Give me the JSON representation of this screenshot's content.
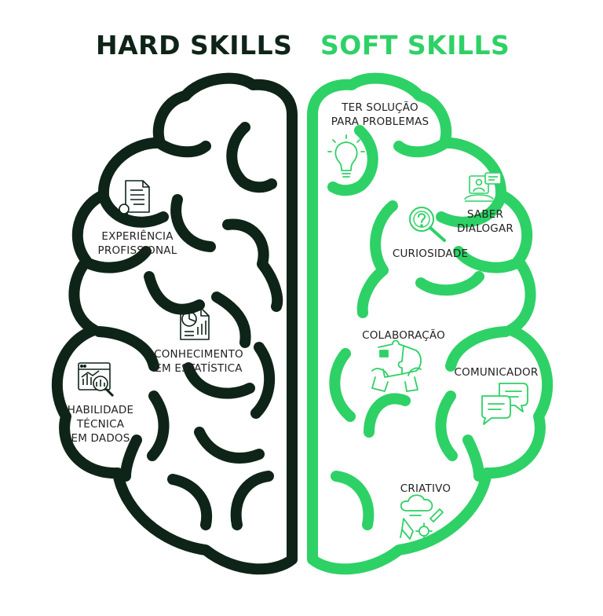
{
  "colors": {
    "hard": "#0f2418",
    "soft": "#2ed166",
    "text": "#222222",
    "background": "#ffffff"
  },
  "hard": {
    "title": "HARD SKILLS",
    "skills": [
      {
        "label": "EXPERIÊNCIA\nPROFISSIONAL",
        "icon": "certificate-icon"
      },
      {
        "label": "CONHECIMENTO\nEM ESTATÍSTICA",
        "icon": "statistics-document-icon"
      },
      {
        "label": "HABILIDADE\nTÉCNICA\nEM DADOS",
        "icon": "data-analysis-icon"
      }
    ]
  },
  "soft": {
    "title": "SOFT SKILLS",
    "skills": [
      {
        "label": "TER SOLUÇÃO\nPARA PROBLEMAS",
        "icon": "lightbulb-icon"
      },
      {
        "label": "SABER\nDIALOGAR",
        "icon": "video-call-icon"
      },
      {
        "label": "CURIOSIDADE",
        "icon": "magnifier-question-icon"
      },
      {
        "label": "COLABORAÇÃO",
        "icon": "puzzle-hands-icon"
      },
      {
        "label": "COMUNICADOR",
        "icon": "chat-bubbles-icon"
      },
      {
        "label": "CRIATIVO",
        "icon": "creative-tools-icon"
      }
    ]
  }
}
